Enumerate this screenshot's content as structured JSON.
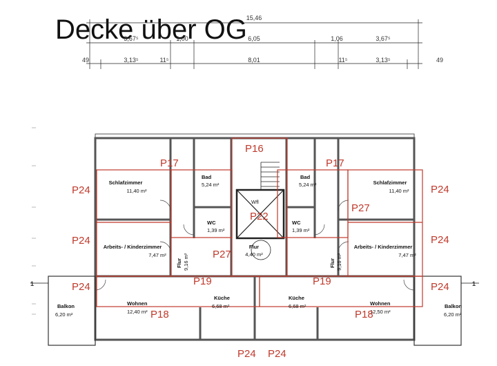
{
  "title": "Decke über OG",
  "dimensions": {
    "row1": [
      "15,46"
    ],
    "row2": [
      "3,67⁵",
      "1,00",
      "6,05",
      "1,06",
      "3,67⁵"
    ],
    "row3": [
      "49",
      "3,13⁵",
      "11⁵",
      "8,01",
      "11⁵",
      "3,13⁵",
      "49"
    ]
  },
  "section_marks": [
    "1",
    "1"
  ],
  "rooms": {
    "schlaf_l": {
      "name": "Schlafzimmer",
      "area": "11,40 m²"
    },
    "schlaf_r": {
      "name": "Schlafzimmer",
      "area": "11,40 m²"
    },
    "bad_l": {
      "name": "Bad",
      "area": "5,24 m²"
    },
    "bad_r": {
      "name": "Bad",
      "area": "5,24 m²"
    },
    "wc_l": {
      "name": "WC",
      "area": "1,39 m²"
    },
    "wc_r": {
      "name": "WC",
      "area": "1,39 m²"
    },
    "arbeit_l": {
      "name": "Arbeits- / Kinderzimmer",
      "area": "7,47 m²"
    },
    "arbeit_r": {
      "name": "Arbeits- / Kinderzimmer",
      "area": "7,47 m²"
    },
    "flur_l": {
      "name": "Flur",
      "area": "9,16 m²"
    },
    "flur_r": {
      "name": "Flur",
      "area": "9,16 m²"
    },
    "flur_c": {
      "name": "Flur",
      "area": "4,40 m²"
    },
    "wohnen_l": {
      "name": "Wohnen",
      "area": "12,40 m²"
    },
    "wohnen_r": {
      "name": "Wohnen",
      "area": "12,50 m²"
    },
    "kueche_l": {
      "name": "Küche",
      "area": "6,68 m²"
    },
    "kueche_r": {
      "name": "Küche",
      "area": "6,68 m²"
    },
    "balkon_l": {
      "name": "Balkon",
      "area": "6,20 m²"
    },
    "balkon_r": {
      "name": "Balkon",
      "area": "6,20 m²"
    },
    "wfl": {
      "name": "Wfl"
    }
  },
  "panels": {
    "p16": "P16",
    "p17_l": "P17",
    "p17_r": "P17",
    "p18_l": "P18",
    "p18_r": "P18",
    "p19_l": "P19",
    "p19_r": "P19",
    "p22": "P22",
    "p24_l1": "P24",
    "p24_l2": "P24",
    "p24_l3": "P24",
    "p24_r1": "P24",
    "p24_r2": "P24",
    "p24_r3": "P24",
    "p24_b1": "P24",
    "p24_b2": "P24",
    "p27_l": "P27",
    "p27_r": "P27"
  },
  "colors": {
    "panel": "#c0392b",
    "wall": "#555555",
    "line": "#222222"
  }
}
